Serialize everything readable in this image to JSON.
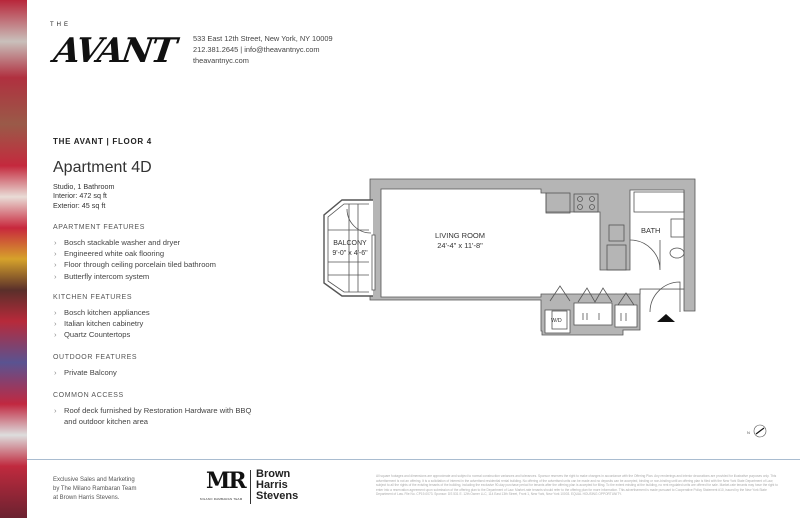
{
  "brand": {
    "logo_prefix": "THE",
    "logo": "AVANT"
  },
  "contact": {
    "address": "533 East 12th Street, New York, NY 10009",
    "phone_email": "212.381.2645 | info@theavantnyc.com",
    "website": "theavantnyc.com"
  },
  "listing": {
    "floor_label": "THE AVANT | FLOOR 4",
    "apartment": "Apartment 4D",
    "layout": "Studio, 1 Bathroom",
    "interior": "Interior: 472 sq ft",
    "exterior": "Exterior: 45 sq ft"
  },
  "sections": [
    {
      "title": "APARTMENT FEATURES",
      "items": [
        "Bosch stackable washer and dryer",
        "Engineered white oak flooring",
        "Floor through ceiling porcelain tiled bathroom",
        "Butterfly intercom system"
      ]
    },
    {
      "title": "KITCHEN FEATURES",
      "items": [
        "Bosch kitchen appliances",
        "Italian kitchen cabinetry",
        "Quartz Countertops"
      ]
    },
    {
      "title": "OUTDOOR FEATURES",
      "items": [
        "Private Balcony"
      ]
    },
    {
      "title": "COMMON ACCESS",
      "items": [
        "Roof deck furnished by Restoration Hardware with BBQ and outdoor kitchen area"
      ]
    }
  ],
  "floorplan": {
    "living_room": "LIVING ROOM",
    "living_room_dims": "24'-4\" x 11'-8\"",
    "balcony": "BALCONY",
    "balcony_dims": "9'-0\" x 4'-6\"",
    "bath": "BATH",
    "wd": "W/D",
    "compass": "N"
  },
  "footer": {
    "marketing_line1": "Exclusive Sales and Marketing",
    "marketing_line2": "by The Milano Rambaran Team",
    "marketing_line3": "at Brown Harris Stevens.",
    "mr_mark": "MR",
    "mr_team": "MILANO RAMBARAN TEAM",
    "bhs_1": "Brown",
    "bhs_2": "Harris",
    "bhs_3": "Stevens",
    "disclaimer": "All square footages and dimensions are approximate and subject to normal construction variances and tolerances. Sponsor reserves the right to make changes in accordance with the Offering Plan. Any renderings and interior decorations are provided for illustrative purposes only. This advertisement is not an offering. It is a solicitation of interest in the advertised residential rental building. No offering of the advertised units can be made and no deposits can be accepted, binding or non-binding until an offering plan is filed with the New York State Department of Law, subject to all the rights of the existing tenants of the building, including the exclusive 90-day purchase period for tenants after the offering plan is accepted for filing. To the extent existing at the building, no rent regulated units are offered for sale. Market-rate tenants may have the right to enter into a reservation agreement upon submission of the offering plan to the Department of Law. Market-rate tenants should refer to the offering plan for more information. This advertisement is made pursuant to Cooperative Policy Statement #10, issued by the New York State Department of Law. File No. CP19-0073. Sponsor: DS 531 E. 12th Owner LLC, 114 East 13th Street, Front 1, New York, New York 10003. EQUAL HOUSING OPPORTUNITY."
  }
}
